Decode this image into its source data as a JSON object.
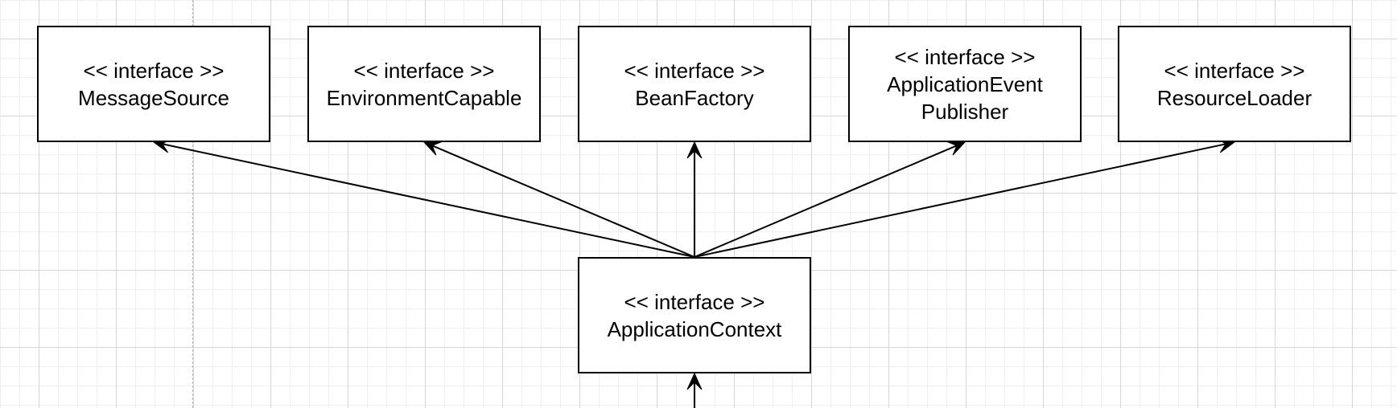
{
  "diagram": {
    "type": "uml-class-diagram",
    "line_color": "#000000",
    "box_fill": "#ffffff",
    "grid_color": "#d6d6d6",
    "nodes": [
      {
        "id": "message-source",
        "stereotype": "<< interface >>",
        "lines": [
          "MessageSource"
        ]
      },
      {
        "id": "environment-capable",
        "stereotype": "<< interface >>",
        "lines": [
          "EnvironmentCapable"
        ]
      },
      {
        "id": "bean-factory",
        "stereotype": "<< interface >>",
        "lines": [
          "BeanFactory"
        ]
      },
      {
        "id": "application-event-publisher",
        "stereotype": "<< interface >>",
        "lines": [
          "ApplicationEvent",
          "Publisher"
        ]
      },
      {
        "id": "resource-loader",
        "stereotype": "<< interface >>",
        "lines": [
          "ResourceLoader"
        ]
      },
      {
        "id": "application-context",
        "stereotype": "<< interface >>",
        "lines": [
          "ApplicationContext"
        ]
      }
    ],
    "edges": [
      {
        "from": "application-context",
        "to": "message-source",
        "arrow": "open"
      },
      {
        "from": "application-context",
        "to": "environment-capable",
        "arrow": "open"
      },
      {
        "from": "application-context",
        "to": "bean-factory",
        "arrow": "open"
      },
      {
        "from": "application-context",
        "to": "application-event-publisher",
        "arrow": "open"
      },
      {
        "from": "application-context",
        "to": "resource-loader",
        "arrow": "open"
      },
      {
        "from": "offscreen-below",
        "to": "application-context",
        "arrow": "open"
      }
    ]
  }
}
